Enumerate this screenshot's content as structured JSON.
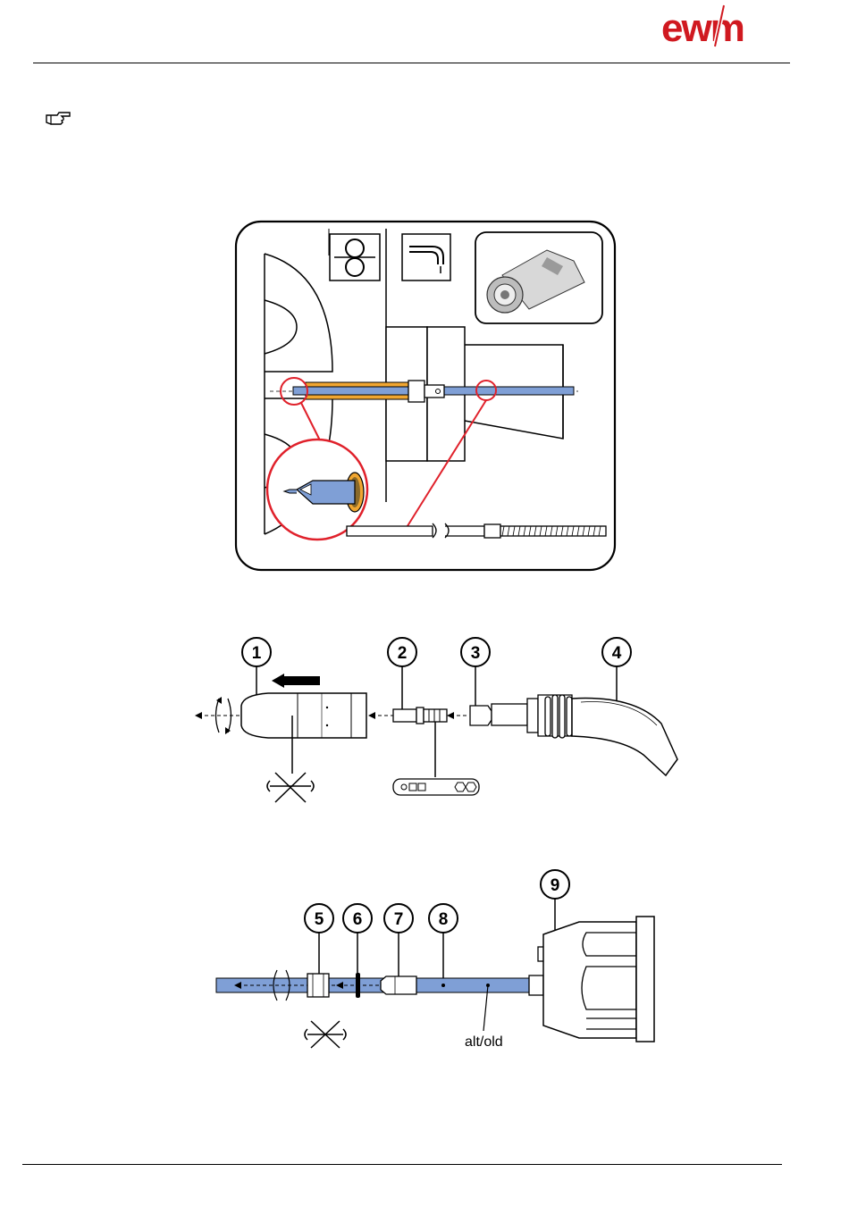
{
  "header": {
    "logo_text": "ewm"
  },
  "note_icon": "pointing-hand-icon",
  "figure_top": {
    "icons": [
      "wire-feed-rollers-icon",
      "torch-icon",
      "connector-photo"
    ]
  },
  "figure_middle": {
    "callouts": [
      "1",
      "2",
      "3",
      "4"
    ]
  },
  "figure_bottom": {
    "callouts": [
      "5",
      "6",
      "7",
      "8",
      "9"
    ],
    "caption": "alt/old"
  },
  "colors": {
    "liner_blue": "#7f9fd6",
    "liner_orange": "#f0a631",
    "highlight_red": "#e0212b",
    "text": "#000000"
  }
}
